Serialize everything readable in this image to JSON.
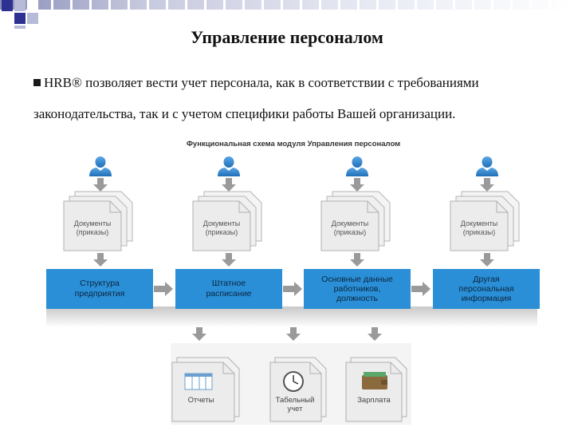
{
  "slide": {
    "title": "Управление персоналом",
    "bullet_text": "HRB® позволяет вести учет персонала, как в соответствии с требованиями законодательства, так и с учетом специфики работы Вашей организации."
  },
  "diagram": {
    "caption": "Функциональная схема модуля Управления персоналом",
    "document_label_line1": "Документы",
    "document_label_line2": "(приказы)",
    "modules": [
      {
        "line1": "Структура",
        "line2": "предприятия",
        "line3": ""
      },
      {
        "line1": "Штатное",
        "line2": "расписание",
        "line3": ""
      },
      {
        "line1": "Основные данные",
        "line2": "работников,",
        "line3": "должность"
      },
      {
        "line1": "Другая",
        "line2": "персональная",
        "line3": "информация"
      }
    ],
    "outputs": [
      {
        "line1": "Отчеты",
        "line2": ""
      },
      {
        "line1": "Табельный",
        "line2": "учет"
      },
      {
        "line1": "Зарплата",
        "line2": ""
      }
    ],
    "colors": {
      "module_fill": "#2a8fd6",
      "user_icon": "#2f86d0",
      "arrow": "#9a9a9a",
      "doc_fill": "#ececec"
    }
  }
}
